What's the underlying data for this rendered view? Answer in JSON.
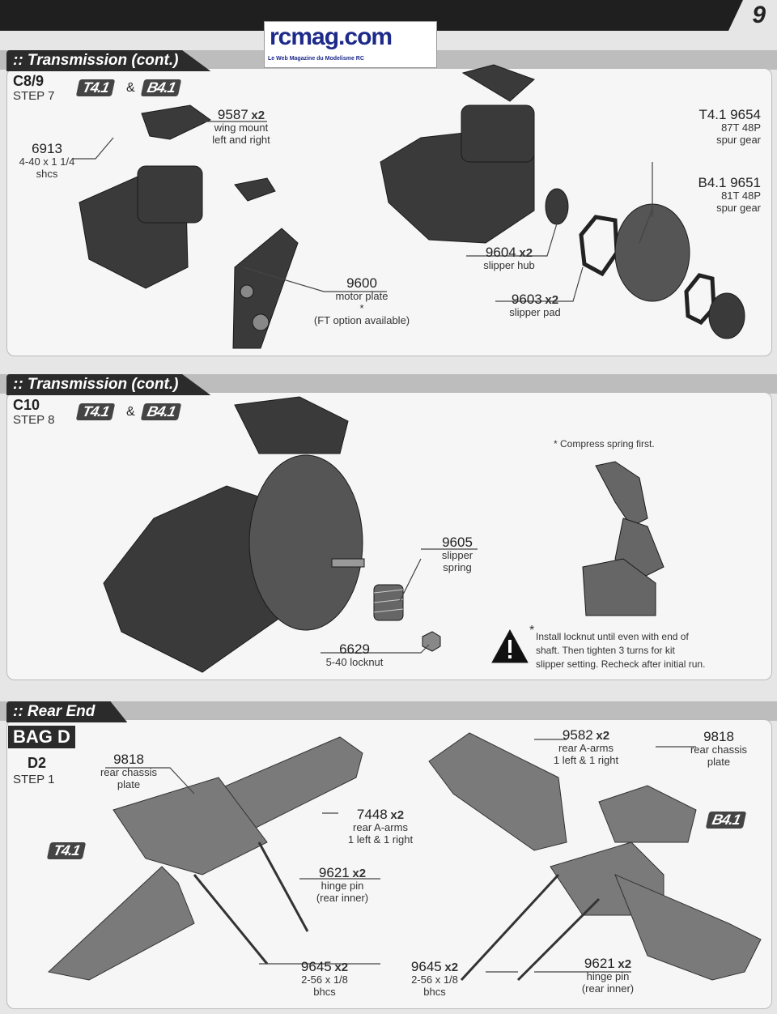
{
  "page": {
    "number": "9"
  },
  "logo": {
    "word": "rcmag.com",
    "tagline": "Le Web Magazine du Modelisme RC"
  },
  "sections": {
    "s1": {
      "title": ":: Transmission (cont.)",
      "step_code": "C8/9",
      "step": "STEP 7",
      "badges": [
        "T4.1",
        "B4.1"
      ],
      "amp": "&"
    },
    "s2": {
      "title": ":: Transmission (cont.)",
      "step_code": "C10",
      "step": "STEP 8",
      "badges": [
        "T4.1",
        "B4.1"
      ],
      "amp": "&"
    },
    "s3": {
      "title": ":: Rear End",
      "bag": "BAG D",
      "step_code": "D2",
      "step": "STEP 1",
      "badges": [
        "T4.1",
        "B4.1"
      ]
    }
  },
  "parts": {
    "p9587": {
      "num": "9587",
      "qty": "x2",
      "lines": [
        "wing mount",
        "left and right"
      ]
    },
    "p6913": {
      "num": "6913",
      "qty": "",
      "lines": [
        "4-40 x 1 1/4",
        "shcs"
      ]
    },
    "p9600": {
      "num": "9600",
      "qty": "",
      "lines": [
        "motor plate",
        "*",
        "(FT option available)"
      ]
    },
    "p9654": {
      "num": "T4.1 9654",
      "qty": "",
      "lines": [
        "87T 48P",
        "spur gear"
      ]
    },
    "p9651": {
      "num": "B4.1 9651",
      "qty": "",
      "lines": [
        "81T 48P",
        "spur gear"
      ]
    },
    "p9604": {
      "num": "9604",
      "qty": "x2",
      "lines": [
        "slipper hub"
      ]
    },
    "p9603": {
      "num": "9603",
      "qty": "x2",
      "lines": [
        "slipper pad"
      ]
    },
    "p9605": {
      "num": "9605",
      "qty": "",
      "lines": [
        "slipper",
        "spring"
      ]
    },
    "p6629": {
      "num": "6629",
      "qty": "",
      "lines": [
        "5-40 locknut"
      ]
    },
    "p9818a": {
      "num": "9818",
      "qty": "",
      "lines": [
        "rear chassis",
        "plate"
      ]
    },
    "p7448": {
      "num": "7448",
      "qty": "x2",
      "lines": [
        "rear A-arms",
        "1 left & 1 right"
      ]
    },
    "p9621a": {
      "num": "9621",
      "qty": "x2",
      "lines": [
        "hinge pin",
        "(rear inner)"
      ]
    },
    "p9645a": {
      "num": "9645",
      "qty": "x2",
      "lines": [
        "2-56 x 1/8",
        "bhcs"
      ]
    },
    "p9582": {
      "num": "9582",
      "qty": "x2",
      "lines": [
        "rear A-arms",
        "1 left & 1 right"
      ]
    },
    "p9818b": {
      "num": "9818",
      "qty": "",
      "lines": [
        "rear chassis",
        "plate"
      ]
    },
    "p9645b": {
      "num": "9645",
      "qty": "x2",
      "lines": [
        "2-56 x 1/8",
        "bhcs"
      ]
    },
    "p9621b": {
      "num": "9621",
      "qty": "x2",
      "lines": [
        "hinge pin",
        "(rear inner)"
      ]
    }
  },
  "notes": {
    "compress": "* Compress spring first.",
    "locknut_star": "*",
    "locknut": [
      "Install locknut until even with end of",
      "shaft.  Then tighten 3 turns for kit",
      "slipper setting.  Recheck after initial run."
    ]
  },
  "icons": {
    "warning": "warning-triangle-icon"
  }
}
